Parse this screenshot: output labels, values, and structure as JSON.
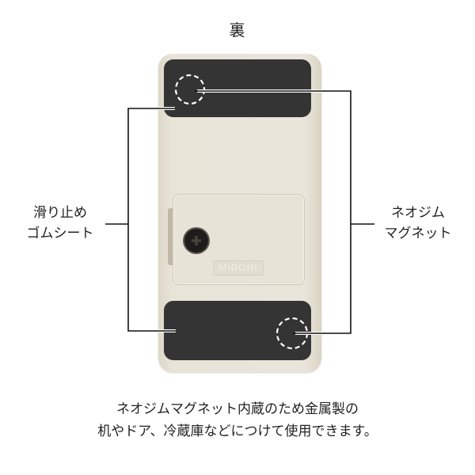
{
  "title": "裏",
  "labels": {
    "left": {
      "line1": "滑り止め",
      "line2": "ゴムシート"
    },
    "right": {
      "line1": "ネオジム",
      "line2": "マグネット"
    }
  },
  "product": {
    "brand": "MIDORI",
    "colors": {
      "body": "#e8e4d8",
      "pad": "#353434",
      "line": "#111111",
      "dash": "#ffffff"
    }
  },
  "caption": {
    "line1": "ネオジムマグネット内蔵のため金属製の",
    "line2": "机やドア、冷蔵庫などにつけて使用できます。"
  }
}
